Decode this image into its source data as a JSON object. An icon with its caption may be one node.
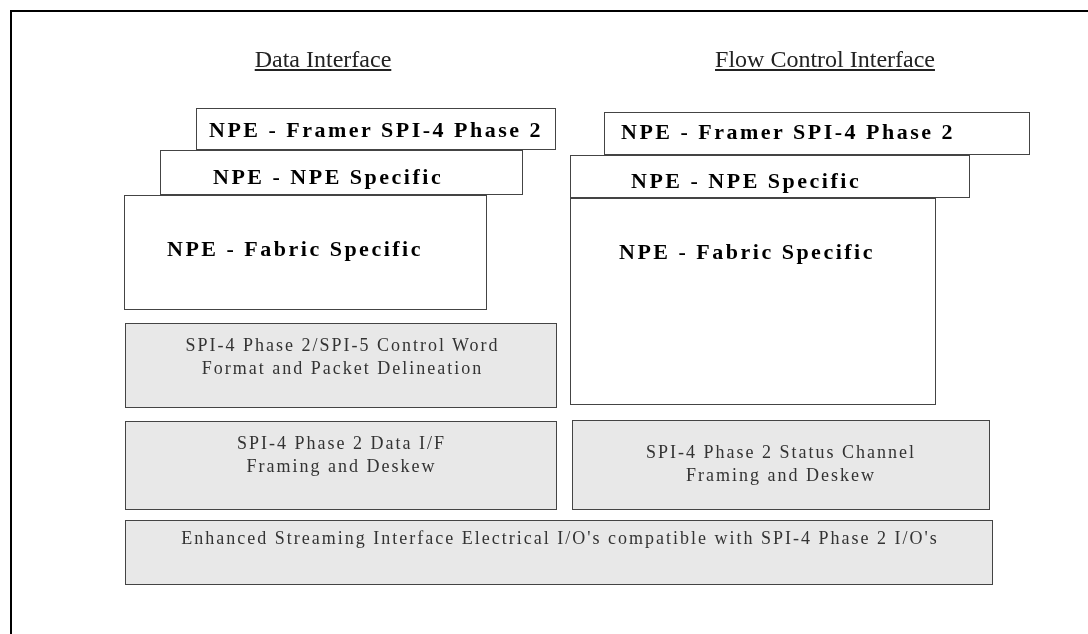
{
  "diagram": {
    "nodes": [
      {
        "text": [
          "NPE - Framer SPI-4 Phase 2"
        ]
      },
      {
        "text": [
          "NPE - Framer SPI-4 Phase 2"
        ]
      },
      {
        "text": [
          "NPE - NPE Specific"
        ]
      },
      {
        "text": [
          "NPE - NPE Specific"
        ]
      },
      {
        "text": [
          "NPE - Fabric Specific"
        ]
      },
      {
        "text": [
          "NPE - Fabric Specific"
        ]
      },
      {
        "text": [
          "SPI-4 Phase 2/SPI-5 Control Word Format and Packet Delineation"
        ]
      },
      {
        "text": [
          "SPI-4 Phase 2 Data I/F Framing and Deskew"
        ]
      },
      {
        "text": [
          "SPI-4 Phase 2 Status Channel Framing and Deskew"
        ]
      },
      {
        "text": [
          "Enhanced Streaming Interface Electrical I/O's compatible with SPI-4 Phase 2 I/O's"
        ]
      }
    ],
    "labels": [
      "Data Interface",
      "Flow Control Interface"
    ]
  }
}
